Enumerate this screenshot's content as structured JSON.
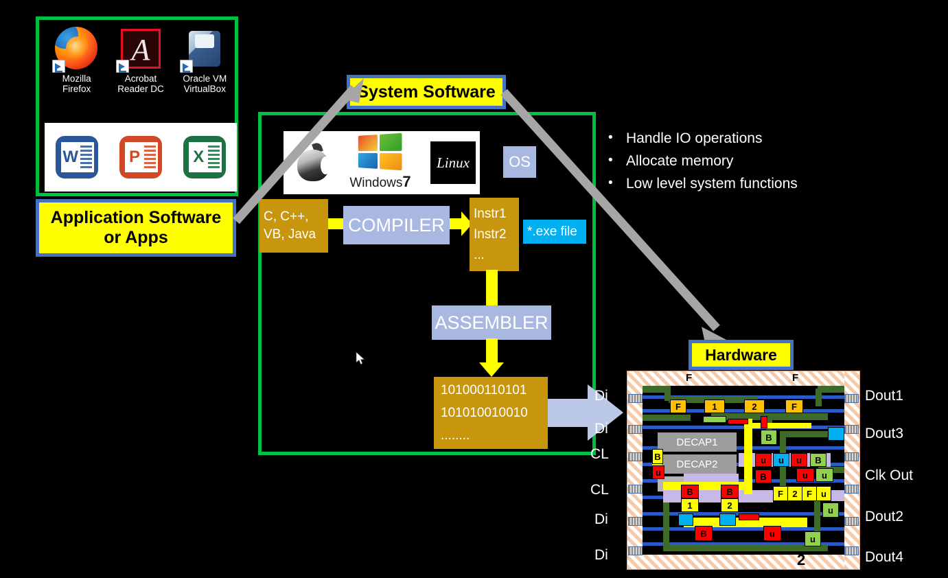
{
  "application_software": {
    "panel_name": "Application Software",
    "desktop_icons": [
      {
        "name": "Mozilla\nFirefox",
        "line1": "Mozilla",
        "line2": "Firefox",
        "icon": "firefox-icon"
      },
      {
        "name": "Acrobat\nReader DC",
        "line1": "Acrobat",
        "line2": "Reader DC",
        "icon": "acrobat-reader-icon"
      },
      {
        "name": "Oracle VM\nVirtualBox",
        "line1": "Oracle VM",
        "line2": "VirtualBox",
        "icon": "virtualbox-icon"
      }
    ],
    "office_icons": [
      {
        "name": "Microsoft Word",
        "letter": "W",
        "icon": "word-icon",
        "color": "#2b579a"
      },
      {
        "name": "Microsoft PowerPoint",
        "letter": "P",
        "icon": "powerpoint-icon",
        "color": "#d24726"
      },
      {
        "name": "Microsoft Excel",
        "letter": "X",
        "icon": "excel-icon",
        "color": "#1e7145"
      }
    ],
    "label_line1": "Application Software",
    "label_line2": "or Apps"
  },
  "system_software": {
    "label": "System Software",
    "os_strip": {
      "apple": "apple-logo",
      "windows": "Windows",
      "windows_version": "7",
      "linux": "Linux",
      "os_tag": "OS"
    },
    "flow": {
      "source_line1": "C, C++,",
      "source_line2": "VB, Java",
      "compiler": "COMPILER",
      "instr_line1": "Instr1",
      "instr_line2": "Instr2",
      "instr_line3": "...",
      "exe": "*.exe file",
      "assembler": "ASSEMBLER",
      "binary_line1": "101000110101",
      "binary_line2": "101010010010",
      "binary_line3": "........"
    },
    "bullets": [
      "Handle IO operations",
      "Allocate memory",
      "Low level system functions"
    ]
  },
  "hardware": {
    "label": "Hardware",
    "top_marks": [
      "F",
      "F"
    ],
    "bottom_mark": "2",
    "left_pins": [
      "Di",
      "Di",
      "CL",
      "CL",
      "Di",
      "Di"
    ],
    "right_pins": [
      "Dout1",
      "Dout3",
      "Clk Out",
      "Dout2",
      "Dout4"
    ],
    "blocks": [
      "DECAP1",
      "DECAP2"
    ],
    "cell_labels": [
      "F",
      "1",
      "2",
      "F",
      "B",
      "B",
      "u",
      "u",
      "u",
      "u",
      "B",
      "B",
      "u",
      "u",
      "B",
      "B",
      "1",
      "2",
      "F",
      "2",
      "F",
      "u",
      "u",
      "B",
      "u",
      "u"
    ]
  },
  "colors": {
    "accent_green": "#00C040",
    "label_yellow": "#FFFF00",
    "label_border_blue": "#4472C4",
    "gold": "#C8960C",
    "periwinkle": "#A8B8E0",
    "cyan": "#00B0F0",
    "chip_frame": "#F6C9A8",
    "background": "#000000"
  }
}
